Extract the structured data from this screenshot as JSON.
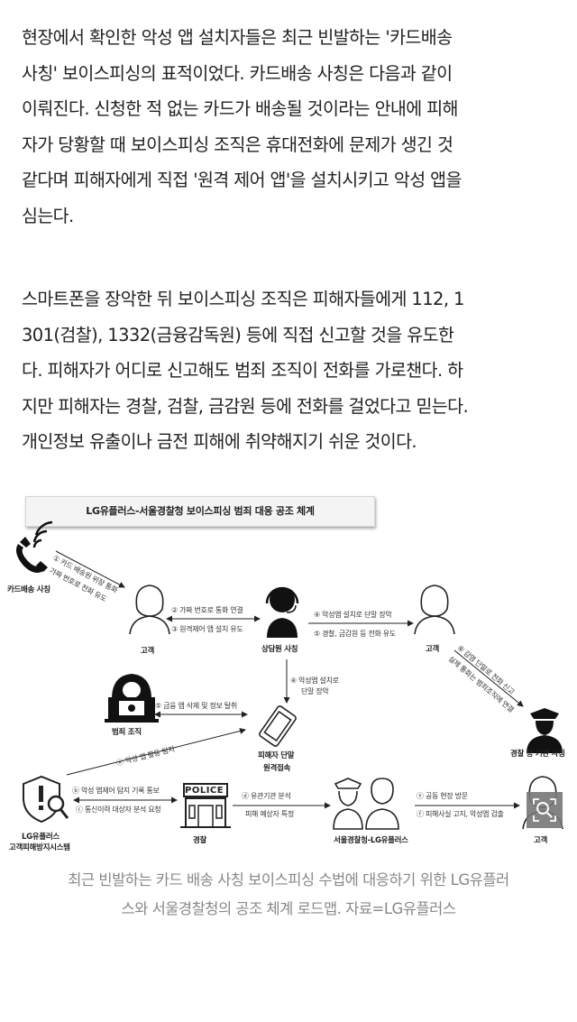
{
  "article": {
    "paragraph1_lines": [
      "현장에서 확인한 악성 앱 설치자들은 최근 빈발하는 '카드배송",
      "사칭' 보이스피싱의 표적이었다. 카드배송 사칭은 다음과 같이",
      "이뤄진다. 신청한 적 없는 카드가 배송될 것이라는 안내에 피해",
      "자가 당황할 때 보이스피싱 조직은 휴대전화에 문제가 생긴 것",
      "같다며 피해자에게 직접 '원격 제어 앱'을 설치시키고 악성 앱을",
      "심는다."
    ],
    "paragraph2_lines": [
      "스마트폰을 장악한 뒤 보이스피싱 조직은 피해자들에게 112, 1",
      "301(검찰), 1332(금융감독원) 등에 직접 신고할 것을 유도한",
      "다. 피해자가 어디로 신고해도 범죄 조직이 전화를 가로챈다. 하",
      "지만 피해자는 경찰, 검찰, 금감원 등에 전화를 걸었다고 믿는다.",
      "개인정보 유출이나 금전 피해에 취약해지기 쉬운 것이다."
    ]
  },
  "figure": {
    "title": "LG유플러스-서울경찰청 보이스피싱 범죄 대응 공조 체계",
    "nodes": {
      "card_impersonator": "카드배송 사칭",
      "customer1": "고객",
      "counselor_impersonator": "상담원 사칭",
      "customer2": "고객",
      "criminal_org": "범죄 조직",
      "victim_device_l1": "피해자 단말",
      "victim_device_l2": "원격접속",
      "agency_impersonator": "경찰 등 기관 사칭",
      "lguplus_system_l1": "LG유플러스",
      "lguplus_system_l2": "고객피해방지시스템",
      "police": "경찰",
      "police_sign": "POLICE",
      "seoul_police_lgu": "서울경찰청-LG유플러스",
      "customer3": "고객"
    },
    "arrows": {
      "a1_l1": "① 카드 배송원 위장 통화",
      "a1_l2": "가짜 번호로 전화 유도",
      "a2": "② 가짜 번호로 통화 연결",
      "a3": "③ 원격제어 앱 설치 유도",
      "a4": "④ 악성앱 설치로 단말 장악",
      "a5": "⑤ 경찰, 금감원 등 전화 유도",
      "a4v_l1": "④ 악성앱 설치로",
      "a4v_l2": "단말 장악",
      "a5_crim": "⑤ 금융 앱 삭제 및 정보 탈취",
      "a6_l1": "⑥ 감염 단말로 전화 신고",
      "a6_l2": "실제 통화는 범죄조직에 연결",
      "b_detect": "ⓐ 악성 앱 활동 탐지",
      "b_report": "ⓑ 악성 앱제어 탐지 기록 통보",
      "b_request": "ⓒ 통신이력 대상자 분석 요청",
      "b_analysis": "ⓓ 유관기관 분석",
      "b_identify": "피해 예상자 특정",
      "b_visit": "ⓔ 공동 현장 방문",
      "b_notify": "ⓕ 피해사실 고지, 악성앱 검출"
    }
  },
  "caption_lines": [
    "최근 빈발하는 카드 배송 사칭 보이스피싱 수법에 대응하기 위한 LG유플러",
    "스와 서울경찰청의 공조 체계 로드맵. 자료=LG유플러스"
  ],
  "zoom_button": {
    "icon": "magnifier-icon"
  }
}
